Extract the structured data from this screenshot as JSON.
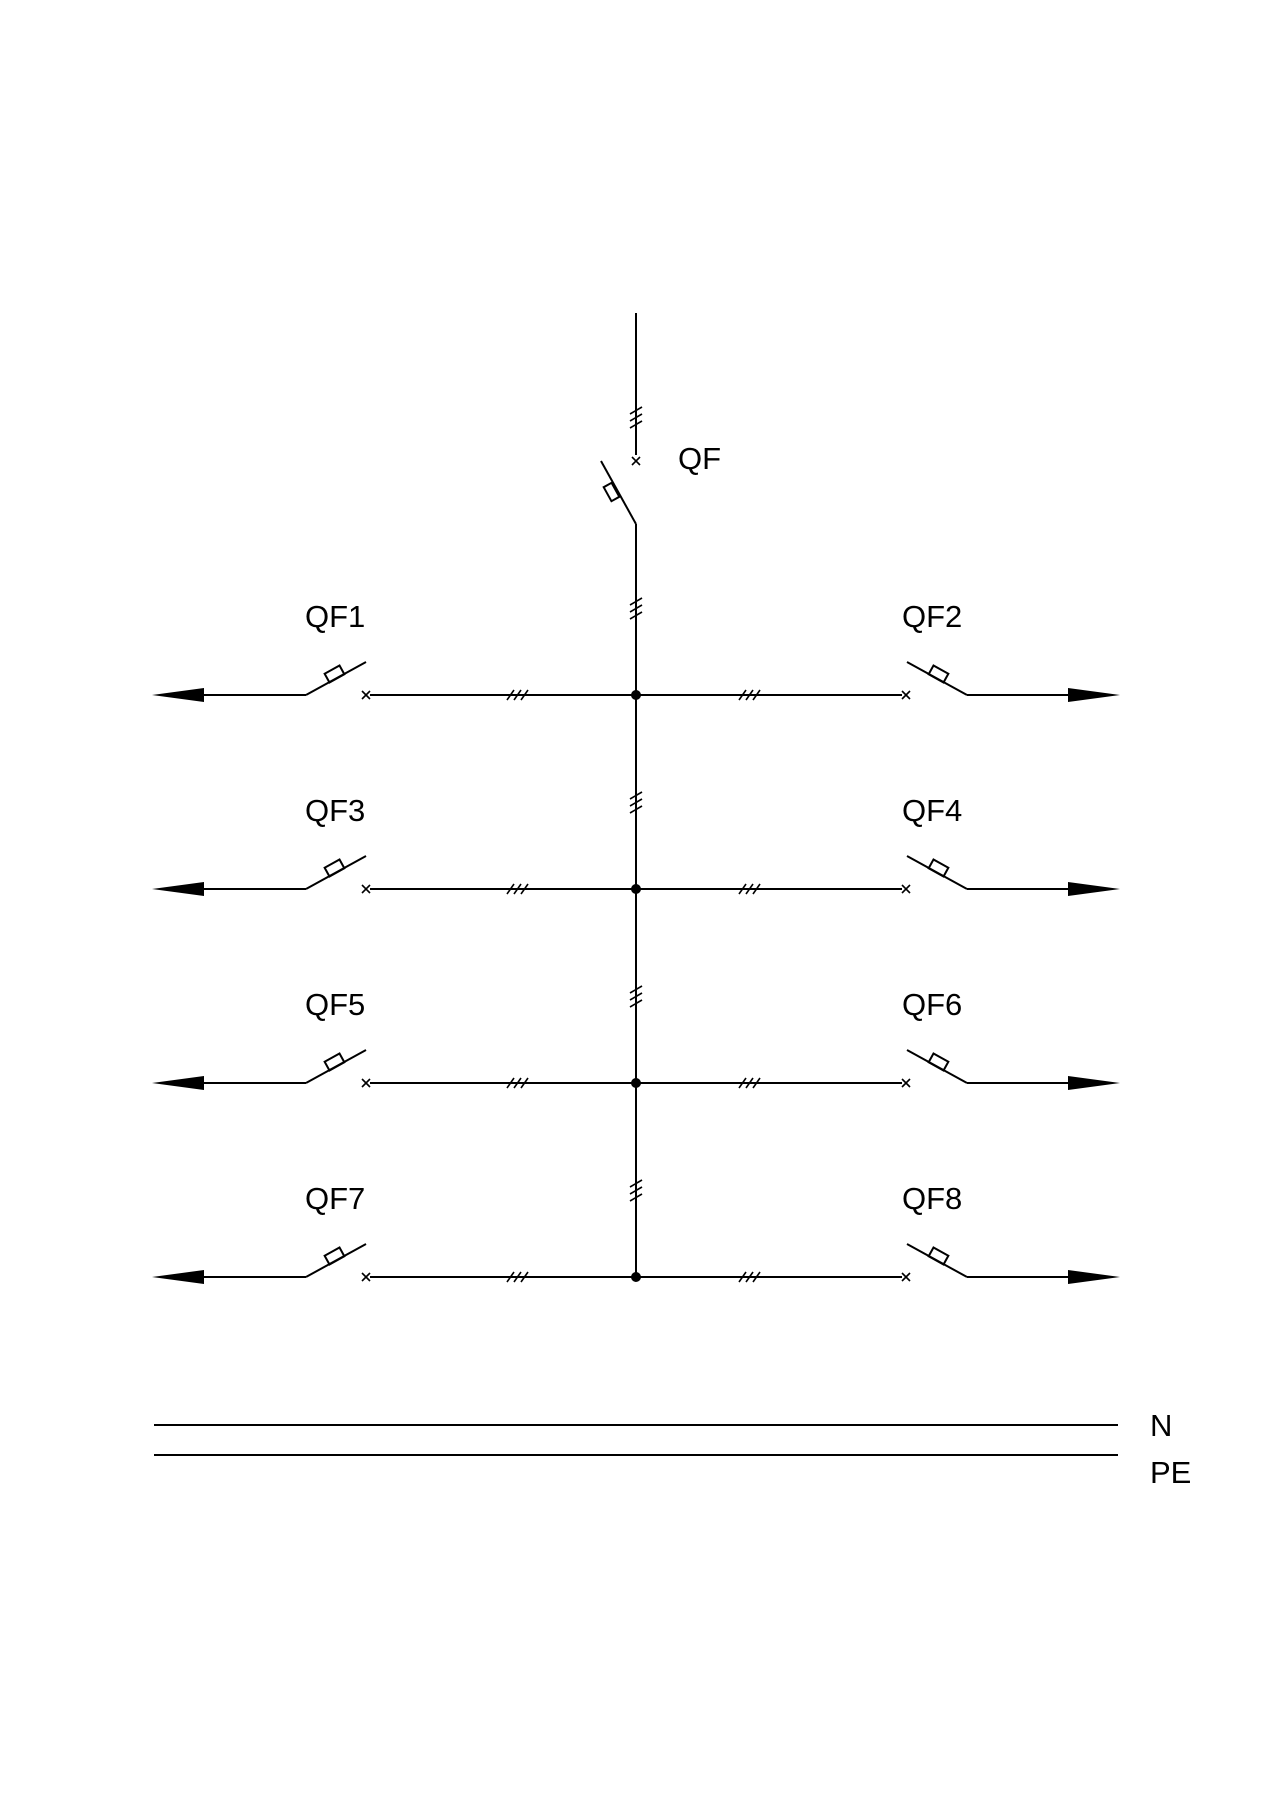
{
  "main_breaker": {
    "label": "QF"
  },
  "branches": [
    {
      "left": "QF1",
      "right": "QF2"
    },
    {
      "left": "QF3",
      "right": "QF4"
    },
    {
      "left": "QF5",
      "right": "QF6"
    },
    {
      "left": "QF7",
      "right": "QF8"
    }
  ],
  "buses": {
    "neutral": "N",
    "protective_earth": "PE"
  }
}
